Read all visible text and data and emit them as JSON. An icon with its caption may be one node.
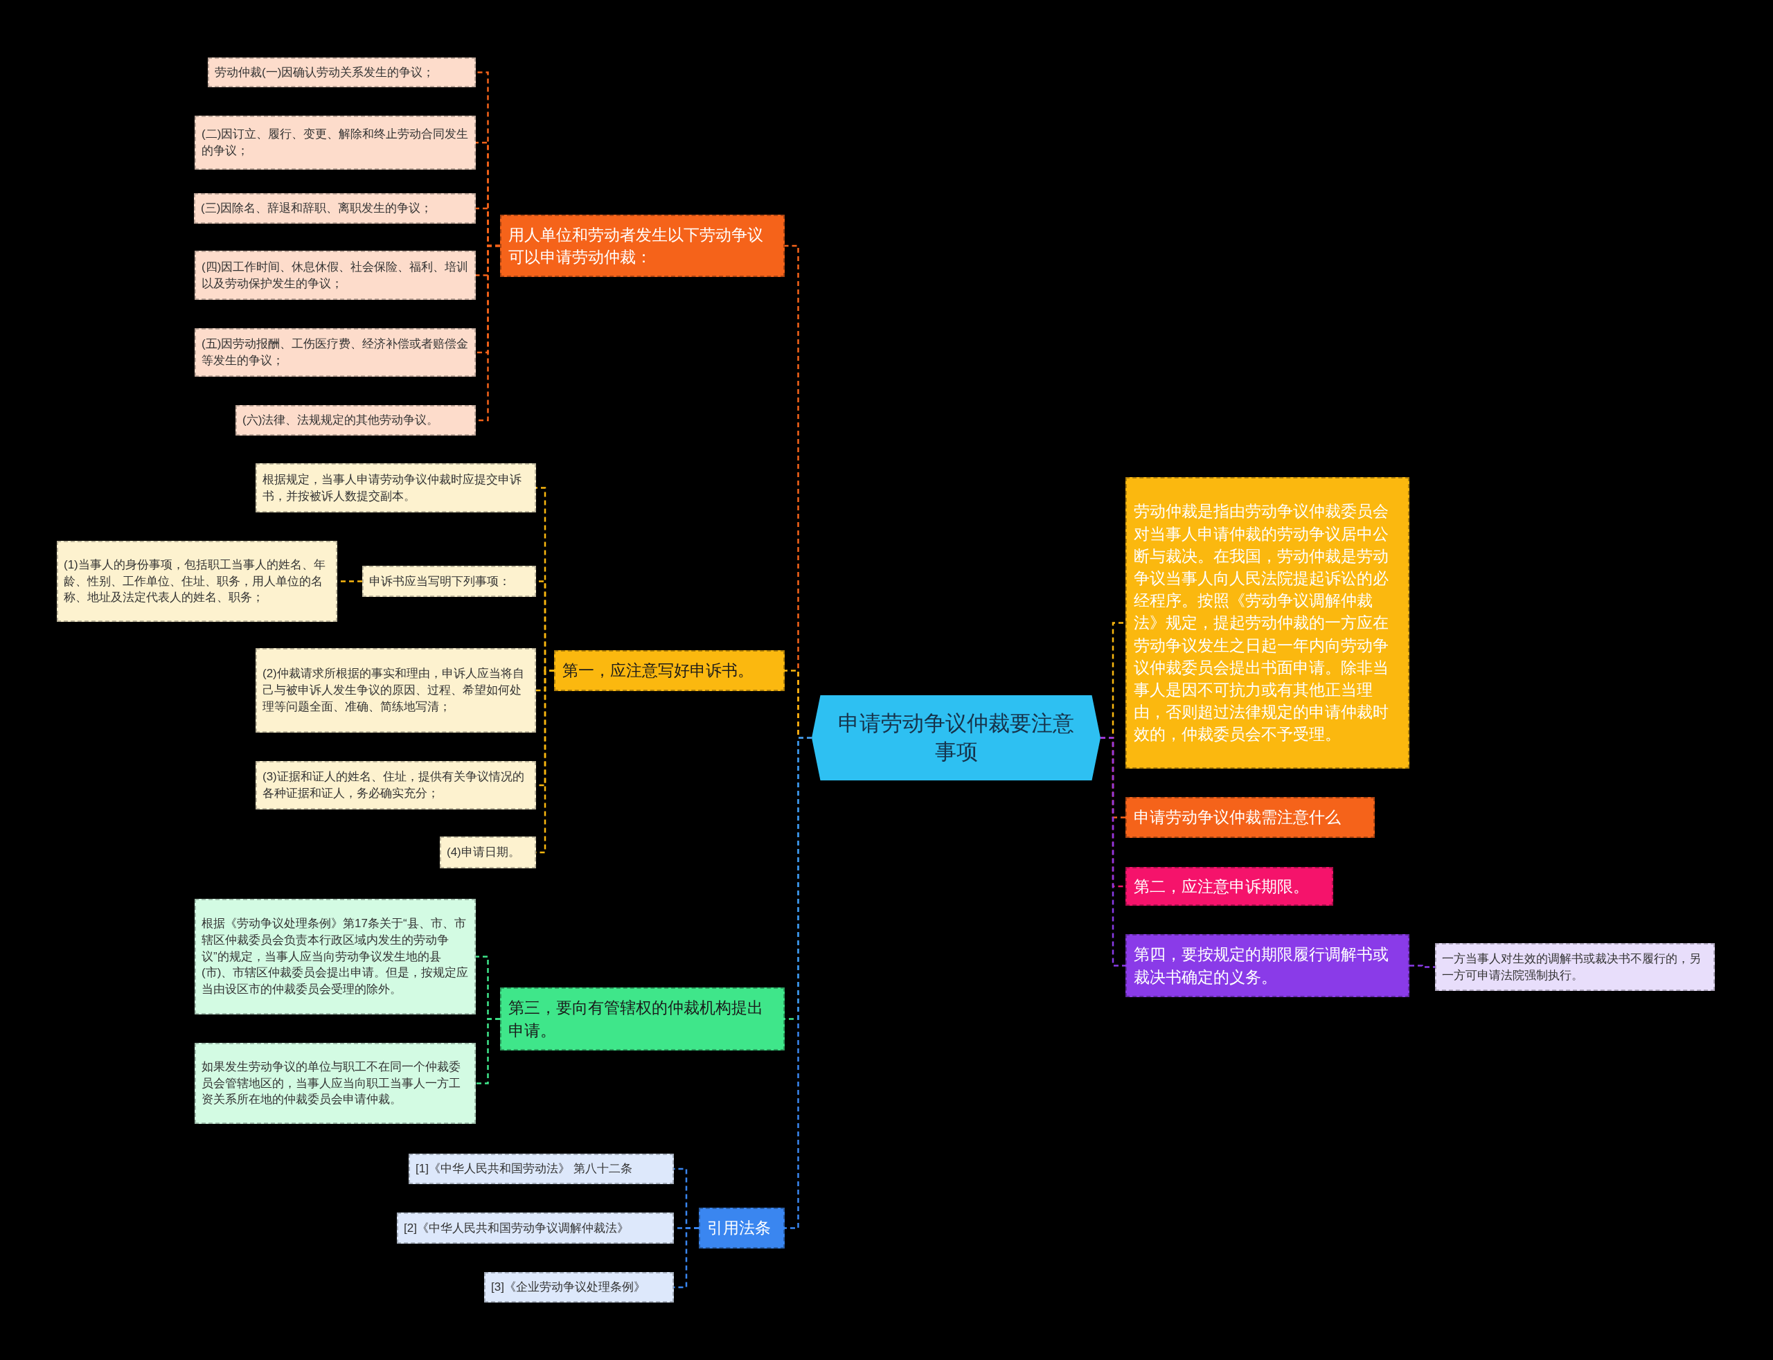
{
  "diagram": {
    "nodes": [
      {
        "text": [
          "申请劳动争议仲裁要注意事项"
        ]
      },
      {
        "text": [
          "用人单位和劳动者发生以下劳动争议可以申请劳动仲裁："
        ]
      },
      {
        "text": [
          "劳动仲裁(一)因确认劳动关系发生的争议；"
        ]
      },
      {
        "text": [
          "(二)因订立、履行、变更、解除和终止劳动合同发生的争议；"
        ]
      },
      {
        "text": [
          "(三)因除名、辞退和辞职、离职发生的争议；"
        ]
      },
      {
        "text": [
          "(四)因工作时间、休息休假、社会保险、福利、培训以及劳动保护发生的争议；"
        ]
      },
      {
        "text": [
          "(五)因劳动报酬、工伤医疗费、经济补偿或者赔偿金等发生的争议；"
        ]
      },
      {
        "text": [
          "(六)法律、法规规定的其他劳动争议。"
        ]
      },
      {
        "text": [
          "第一，应注意写好申诉书。"
        ]
      },
      {
        "text": [
          "根据规定，当事人申请劳动争议仲裁时应提交申诉书，并按被诉人数提交副本。"
        ]
      },
      {
        "text": [
          "申诉书应当写明下列事项："
        ]
      },
      {
        "text": [
          "(1)当事人的身份事项，包括职工当事人的姓名、年龄、性别、工作单位、住址、职务，用人单位的名称、地址及法定代表人的姓名、职务；"
        ]
      },
      {
        "text": [
          "(2)仲裁请求所根据的事实和理由，申诉人应当将自己与被申诉人发生争议的原因、过程、希望如何处理等问题全面、准确、简练地写清；"
        ]
      },
      {
        "text": [
          "(3)证据和证人的姓名、住址，提供有关争议情况的各种证据和证人，务必确实充分；"
        ]
      },
      {
        "text": [
          "(4)申请日期。"
        ]
      },
      {
        "text": [
          "第三，要向有管辖权的仲裁机构提出申请。"
        ]
      },
      {
        "text": [
          "根据《劳动争议处理条例》第17条关于“县、市、市辖区仲裁委员会负责本行政区域内发生的劳动争议”的规定，当事人应当向劳动争议发生地的县(市)、市辖区仲裁委员会提出申请。但是，按规定应当由设区市的仲裁委员会受理的除外。"
        ]
      },
      {
        "text": [
          "如果发生劳动争议的单位与职工不在同一个仲裁委员会管辖地区的，当事人应当向职工当事人一方工资关系所在地的仲裁委员会申请仲裁。"
        ]
      },
      {
        "text": [
          "引用法条"
        ]
      },
      {
        "text": [
          "[1]《中华人民共和国劳动法》 第八十二条"
        ]
      },
      {
        "text": [
          "[2]《中华人民共和国劳动争议调解仲裁法》"
        ]
      },
      {
        "text": [
          "[3]《企业劳动争议处理条例》"
        ]
      },
      {
        "text": [
          "劳动仲裁是指由劳动争议仲裁委员会对当事人申请仲裁的劳动争议居中公断与裁决。在我国，劳动仲裁是劳动争议当事人向人民法院提起诉讼的必经程序。按照《劳动争议调解仲裁法》规定，提起劳动仲裁的一方应在劳动争议发生之日起一年内向劳动争议仲裁委员会提出书面申请。除非当事人是因不可抗力或有其他正当理由，否则超过法律规定的申请仲裁时效的，仲裁委员会不予受理。"
        ]
      },
      {
        "text": [
          "申请劳动争议仲裁需注意什么"
        ]
      },
      {
        "text": [
          "第二，应注意申诉期限。"
        ]
      },
      {
        "text": [
          "第四，要按规定的期限履行调解书或裁决书确定的义务。"
        ]
      },
      {
        "text": [
          "一方当事人对生效的调解书或裁决书不履行的，另一方可申请法院强制执行。"
        ]
      }
    ],
    "edges": [
      {
        "from": 0,
        "to": 1,
        "arrow": "none",
        "style": "dashed",
        "color": "#f5631a"
      },
      {
        "from": 1,
        "to": 2,
        "arrow": "none",
        "style": "dashed",
        "color": "#f5631a"
      },
      {
        "from": 1,
        "to": 3,
        "arrow": "none",
        "style": "dashed",
        "color": "#f5631a"
      },
      {
        "from": 1,
        "to": 4,
        "arrow": "none",
        "style": "dashed",
        "color": "#f5631a"
      },
      {
        "from": 1,
        "to": 5,
        "arrow": "none",
        "style": "dashed",
        "color": "#f5631a"
      },
      {
        "from": 1,
        "to": 6,
        "arrow": "none",
        "style": "dashed",
        "color": "#f5631a"
      },
      {
        "from": 1,
        "to": 7,
        "arrow": "none",
        "style": "dashed",
        "color": "#f5631a"
      },
      {
        "from": 0,
        "to": 8,
        "arrow": "none",
        "style": "dashed",
        "color": "#fbb80f"
      },
      {
        "from": 8,
        "to": 9,
        "arrow": "none",
        "style": "dashed",
        "color": "#fbb80f"
      },
      {
        "from": 8,
        "to": 10,
        "arrow": "none",
        "style": "dashed",
        "color": "#fbb80f"
      },
      {
        "from": 10,
        "to": 11,
        "arrow": "none",
        "style": "dashed",
        "color": "#fbb80f"
      },
      {
        "from": 8,
        "to": 12,
        "arrow": "none",
        "style": "dashed",
        "color": "#fbb80f"
      },
      {
        "from": 8,
        "to": 13,
        "arrow": "none",
        "style": "dashed",
        "color": "#fbb80f"
      },
      {
        "from": 8,
        "to": 14,
        "arrow": "none",
        "style": "dashed",
        "color": "#fbb80f"
      },
      {
        "from": 0,
        "to": 15,
        "arrow": "none",
        "style": "dashed",
        "color": "#3fe68a"
      },
      {
        "from": 15,
        "to": 16,
        "arrow": "none",
        "style": "dashed",
        "color": "#3fe68a"
      },
      {
        "from": 15,
        "to": 17,
        "arrow": "none",
        "style": "dashed",
        "color": "#3fe68a"
      },
      {
        "from": 0,
        "to": 18,
        "arrow": "none",
        "style": "dashed",
        "color": "#3a86f0"
      },
      {
        "from": 18,
        "to": 19,
        "arrow": "none",
        "style": "dashed",
        "color": "#3a86f0"
      },
      {
        "from": 18,
        "to": 20,
        "arrow": "none",
        "style": "dashed",
        "color": "#3a86f0"
      },
      {
        "from": 18,
        "to": 21,
        "arrow": "none",
        "style": "dashed",
        "color": "#3a86f0"
      },
      {
        "from": 0,
        "to": 22,
        "arrow": "none",
        "style": "dashed",
        "color": "#fbb80f"
      },
      {
        "from": 0,
        "to": 23,
        "arrow": "none",
        "style": "dashed",
        "color": "#f5631a"
      },
      {
        "from": 0,
        "to": 24,
        "arrow": "none",
        "style": "dashed",
        "color": "#f5136b"
      },
      {
        "from": 0,
        "to": 25,
        "arrow": "none",
        "style": "dashed",
        "color": "#8a3be8"
      },
      {
        "from": 25,
        "to": 26,
        "arrow": "none",
        "style": "dashed",
        "color": "#8a3be8"
      }
    ]
  }
}
